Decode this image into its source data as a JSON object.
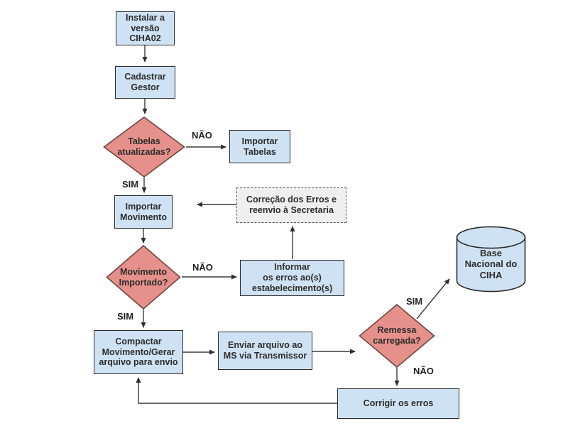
{
  "diagram": {
    "description": "Flowchart of CIHA02 data submission process",
    "nodes": {
      "instalar": {
        "type": "process",
        "label": "Instalar a\nversão\nCIHA02"
      },
      "cadastrar": {
        "type": "process",
        "label": "Cadastrar\nGestor"
      },
      "tabelas": {
        "type": "decision",
        "label": "Tabelas\natualizadas?"
      },
      "importar_tabelas": {
        "type": "process",
        "label": "Importar\nTabelas"
      },
      "importar_movimento": {
        "type": "process",
        "label": "Importar\nMovimento"
      },
      "correcao": {
        "type": "note",
        "label": "Correção dos Erros e\nreenvio à Secretaria"
      },
      "movimento": {
        "type": "decision",
        "label": "Movimento\nImportado?"
      },
      "informar": {
        "type": "process",
        "label": "Informar\nos erros ao(s)\nestabelecimento(s)"
      },
      "compactar": {
        "type": "process",
        "label": "Compactar\nMovimento/Gerar\narquivo para envio"
      },
      "enviar": {
        "type": "process",
        "label": "Enviar arquivo ao\nMS via Transmissor"
      },
      "remessa": {
        "type": "decision",
        "label": "Remessa\ncarregada?"
      },
      "base_nacional": {
        "type": "database",
        "label": "Base\nNacional do\nCIHA"
      },
      "corrigir": {
        "type": "process",
        "label": "Corrigir os erros"
      }
    },
    "edge_labels": {
      "nao_tabelas": "NÃO",
      "sim_tabelas": "SIM",
      "nao_movimento": "NÃO",
      "sim_movimento": "SIM",
      "sim_remessa": "SIM",
      "nao_remessa": "NÃO"
    },
    "edges": [
      {
        "from": "instalar",
        "to": "cadastrar",
        "label": ""
      },
      {
        "from": "cadastrar",
        "to": "tabelas",
        "label": ""
      },
      {
        "from": "tabelas",
        "to": "importar_tabelas",
        "label": "NÃO"
      },
      {
        "from": "tabelas",
        "to": "importar_movimento",
        "label": "SIM"
      },
      {
        "from": "correcao",
        "to": "importar_movimento",
        "label": ""
      },
      {
        "from": "importar_movimento",
        "to": "movimento",
        "label": ""
      },
      {
        "from": "movimento",
        "to": "informar",
        "label": "NÃO"
      },
      {
        "from": "informar",
        "to": "correcao",
        "label": ""
      },
      {
        "from": "movimento",
        "to": "compactar",
        "label": "SIM"
      },
      {
        "from": "compactar",
        "to": "enviar",
        "label": ""
      },
      {
        "from": "enviar",
        "to": "remessa",
        "label": ""
      },
      {
        "from": "remessa",
        "to": "base_nacional",
        "label": "SIM"
      },
      {
        "from": "remessa",
        "to": "corrigir",
        "label": "NÃO"
      },
      {
        "from": "corrigir",
        "to": "compactar",
        "label": ""
      }
    ],
    "colors": {
      "process_fill": "#cfe2f3",
      "process_border": "#2b2b2b",
      "decision_fill": "#e5908a",
      "decision_border": "#6e4540",
      "note_fill": "#efefef",
      "note_border": "#555555",
      "text": "#2d2d2d",
      "connector": "#3a3a3a",
      "background": "#ffffff"
    }
  }
}
